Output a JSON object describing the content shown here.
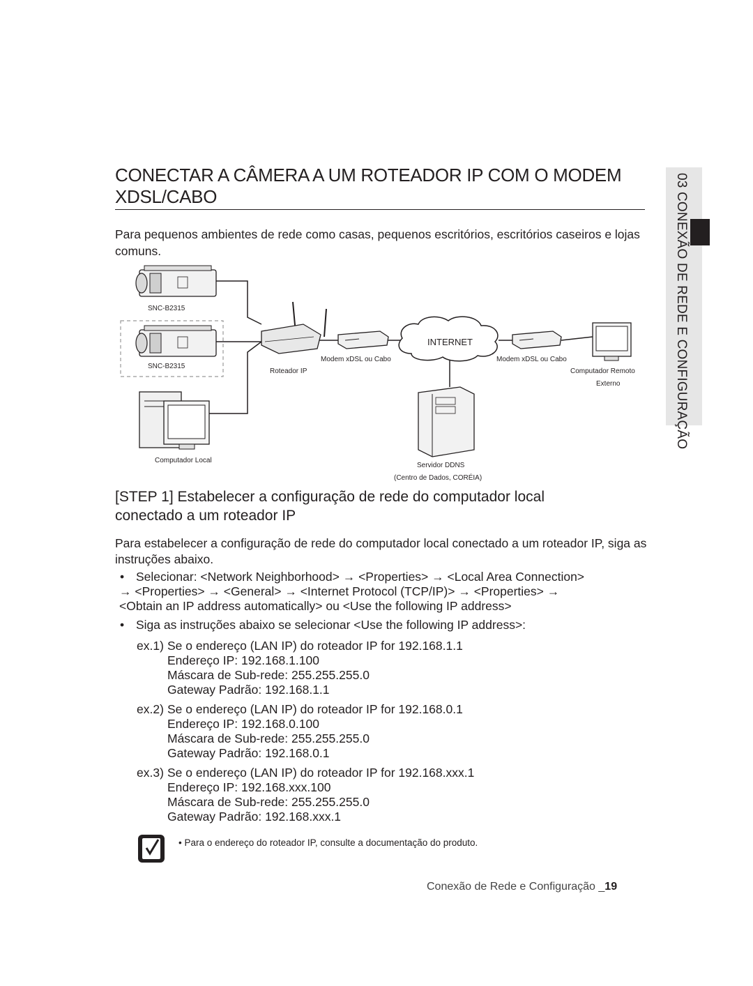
{
  "section": {
    "title_line1": "CONECTAR A CÂMERA A UM ROTEADOR IP COM O MODEM",
    "title_line2": "XDSL/CABO",
    "intro": "Para pequenos ambientes de rede como casas, pequenos escritórios, escritórios caseiros e lojas comuns.",
    "side_tab": "03 CONEXÃO DE REDE E CONFIGURAÇÃO"
  },
  "diagram": {
    "camera1": "SNC-B2315",
    "camera2": "SNC-B2315",
    "local_pc": "Computador Local",
    "router": "Roteador IP",
    "modem_left": "Modem xDSL ou Cabo",
    "internet": "INTERNET",
    "modem_right": "Modem xDSL ou Cabo",
    "remote_pc_line1": "Computador Remoto",
    "remote_pc_line2": "Externo",
    "ddns_line1": "Servidor DDNS",
    "ddns_line2": "(Centro de Dados, CORÉIA)"
  },
  "step1": {
    "heading_line1": "[STEP 1] Estabelecer a configuração de rede do computador local",
    "heading_line2": "conectado a um roteador IP",
    "para": "Para estabelecer a configuração de rede do computador local conectado a um roteador IP, siga as instruções abaixo.",
    "bullet1_line1": "Selecionar: <Network Neighborhood> → <Properties> → <Local Area Connection>",
    "bullet1_line2": "→ <Properties> → <General> → <Internet Protocol (TCP/IP)> → <Properties> →",
    "bullet1_line3": "<Obtain an IP address automatically> ou <Use the following IP address>",
    "bullet2": "Siga as instruções abaixo se selecionar <Use the following IP address>:",
    "examples": [
      {
        "label": "ex.1)",
        "line1": "Se o endereço (LAN IP) do roteador IP for 192.168.1.1",
        "line2": "Endereço IP: 192.168.1.100",
        "line3": "Máscara de Sub-rede: 255.255.255.0",
        "line4": "Gateway Padrão: 192.168.1.1"
      },
      {
        "label": "ex.2)",
        "line1": "Se o endereço (LAN IP) do roteador IP for 192.168.0.1",
        "line2": "Endereço IP: 192.168.0.100",
        "line3": "Máscara de Sub-rede: 255.255.255.0",
        "line4": "Gateway Padrão: 192.168.0.1"
      },
      {
        "label": "ex.3)",
        "line1": "Se o endereço (LAN IP) do roteador IP for 192.168.xxx.1",
        "line2": "Endereço IP: 192.168.xxx.100",
        "line3": "Máscara de Sub-rede: 255.255.255.0",
        "line4": "Gateway Padrão: 192.168.xxx.1"
      }
    ],
    "note": "• Para o endereço do roteador IP, consulte a documentação do produto."
  },
  "footer": {
    "text": "Conexão de Rede e Configuração _",
    "page": "19"
  }
}
